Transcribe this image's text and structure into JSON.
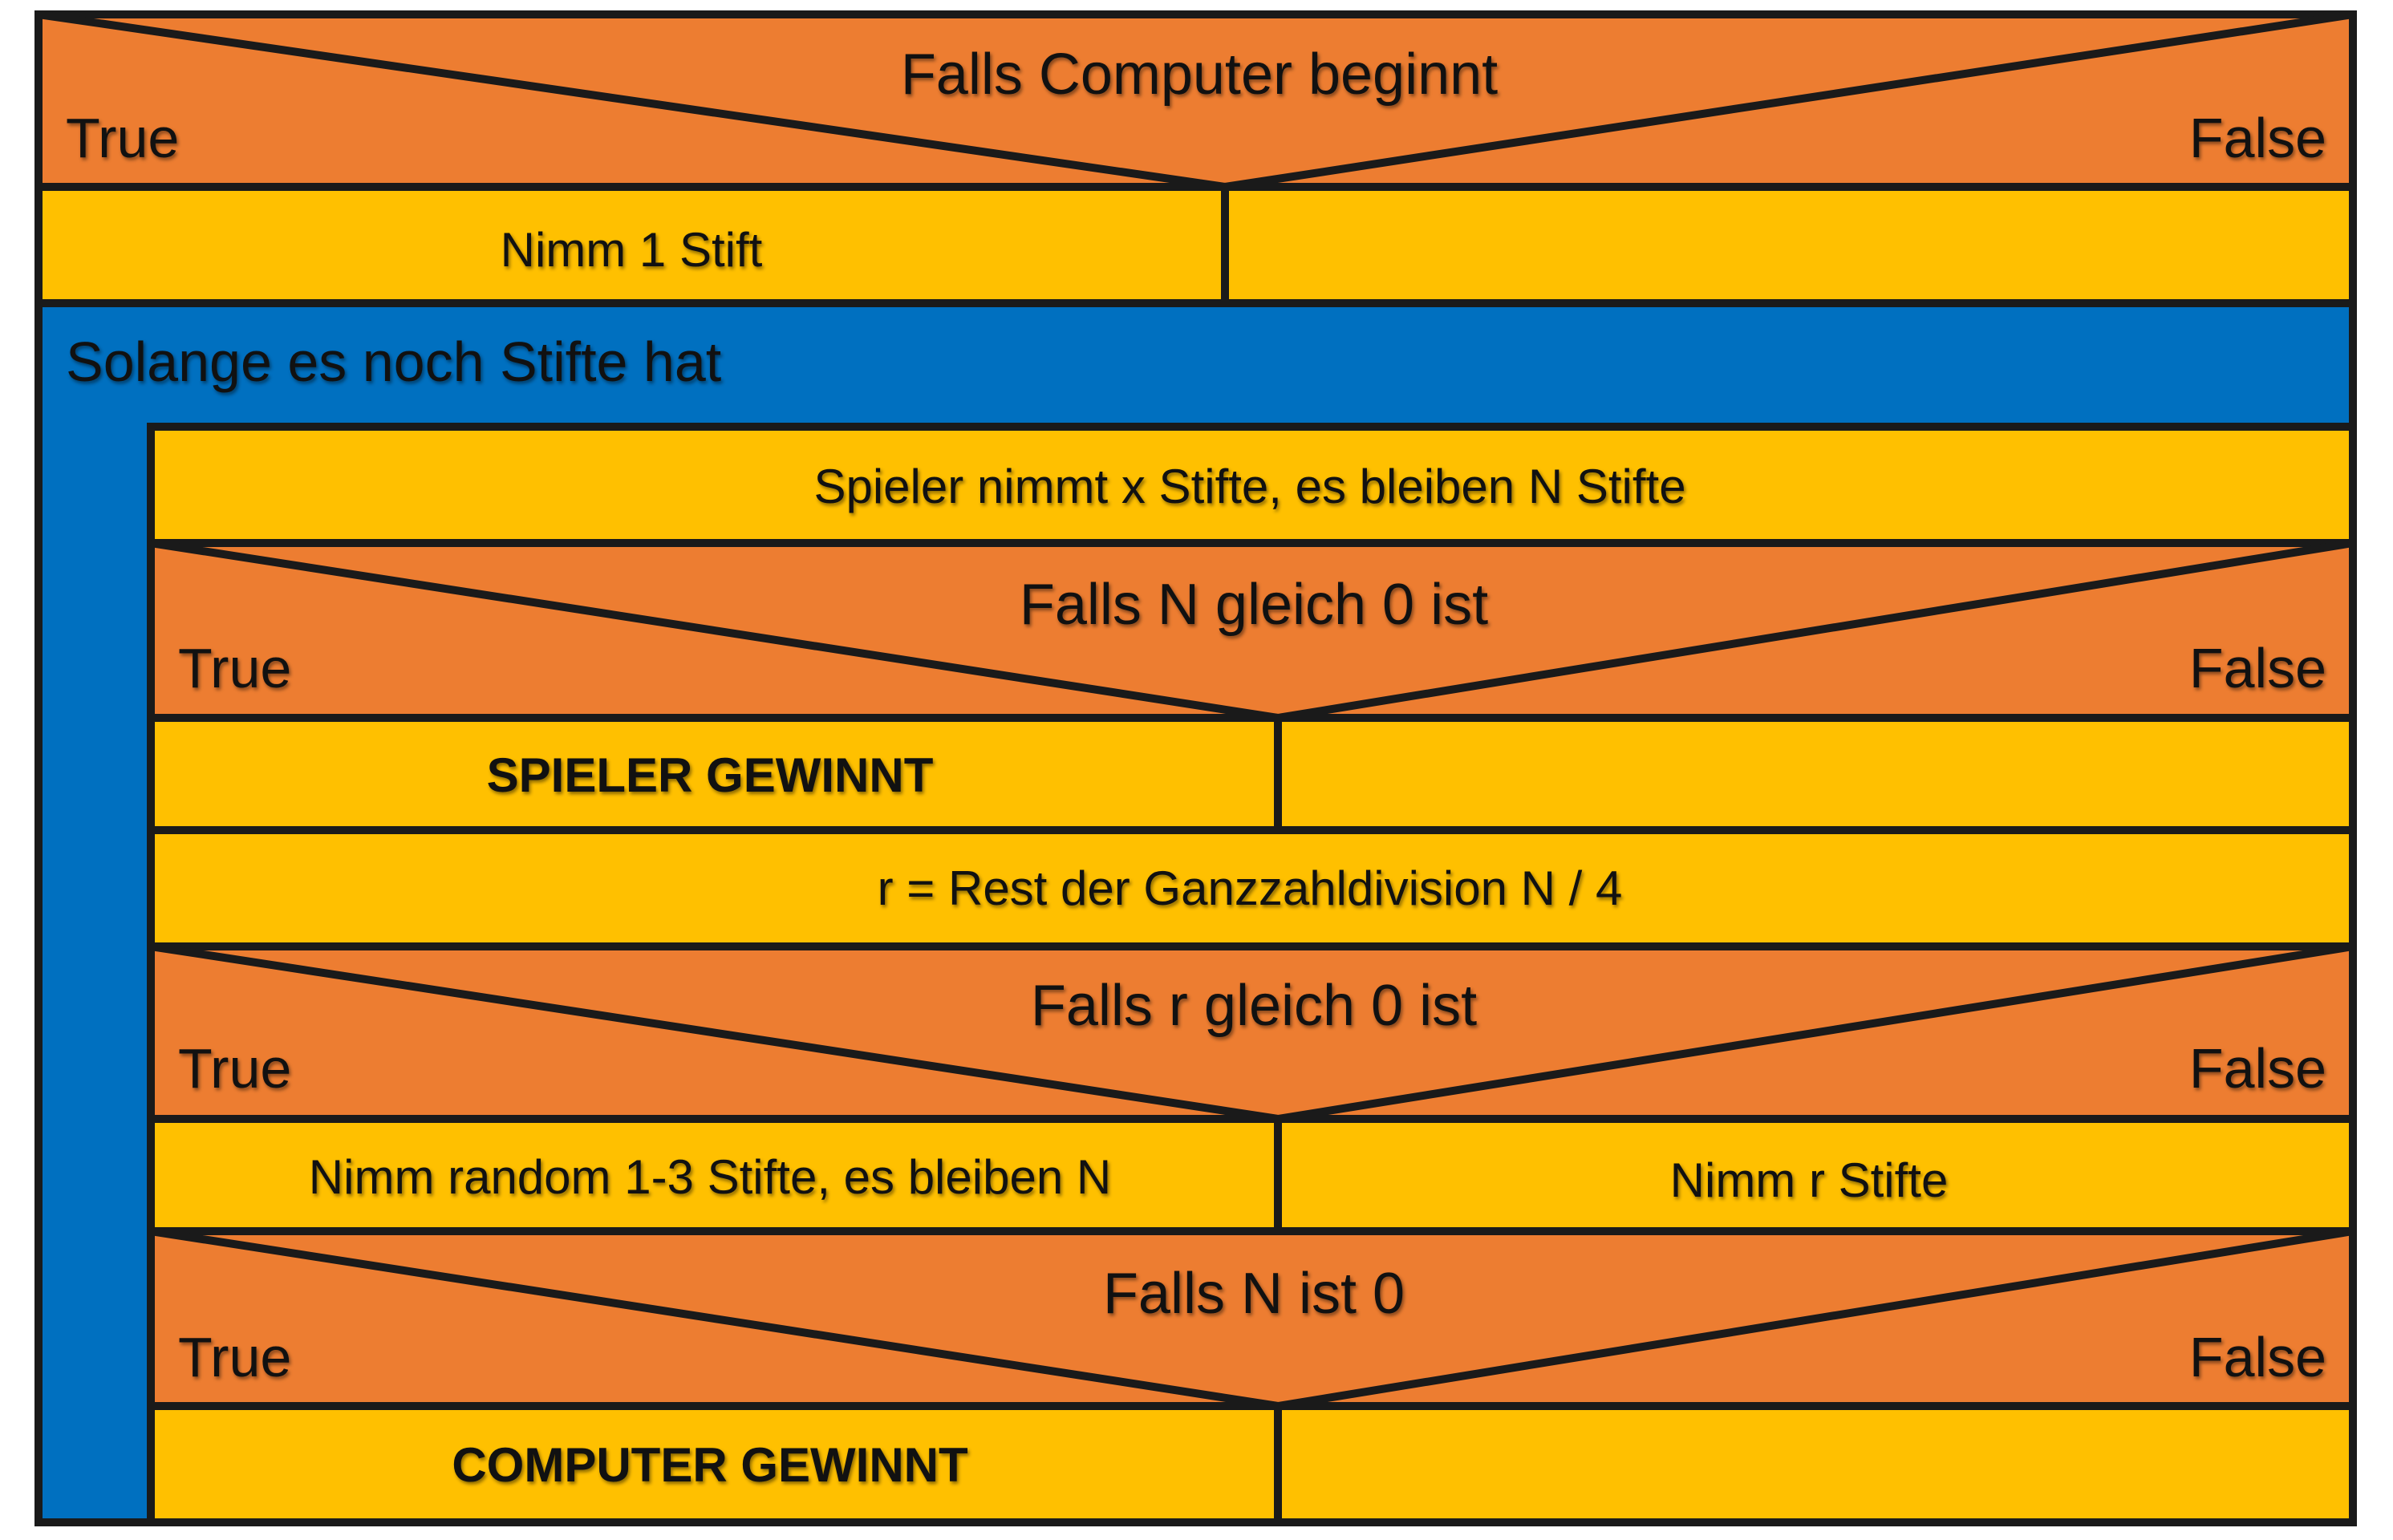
{
  "colors": {
    "decision": "#ED7D31",
    "process": "#FFC000",
    "loop": "#0070C0",
    "border": "#1A1A1A"
  },
  "decision1": {
    "condition": "Falls Computer beginnt",
    "true_label": "True",
    "false_label": "False"
  },
  "decision1_true_action": "Nimm 1 Stift",
  "decision1_false_action": "",
  "loop": {
    "label": "Solange es noch Stifte hat"
  },
  "player_move": "Spieler nimmt x Stifte, es bleiben N Stifte",
  "decision2": {
    "condition": "Falls N gleich 0 ist",
    "true_label": "True",
    "false_label": "False"
  },
  "decision2_true_action": "SPIELER GEWINNT",
  "decision2_false_action": "",
  "remainder_step": "r = Rest der Ganzzahldivision N / 4",
  "decision3": {
    "condition": "Falls r gleich 0 ist",
    "true_label": "True",
    "false_label": "False"
  },
  "decision3_true_action": "Nimm random 1-3 Stifte, es bleiben N",
  "decision3_false_action": "Nimm r Stifte",
  "decision4": {
    "condition": "Falls N ist 0",
    "true_label": "True",
    "false_label": "False"
  },
  "decision4_true_action": "COMPUTER GEWINNT",
  "decision4_false_action": ""
}
